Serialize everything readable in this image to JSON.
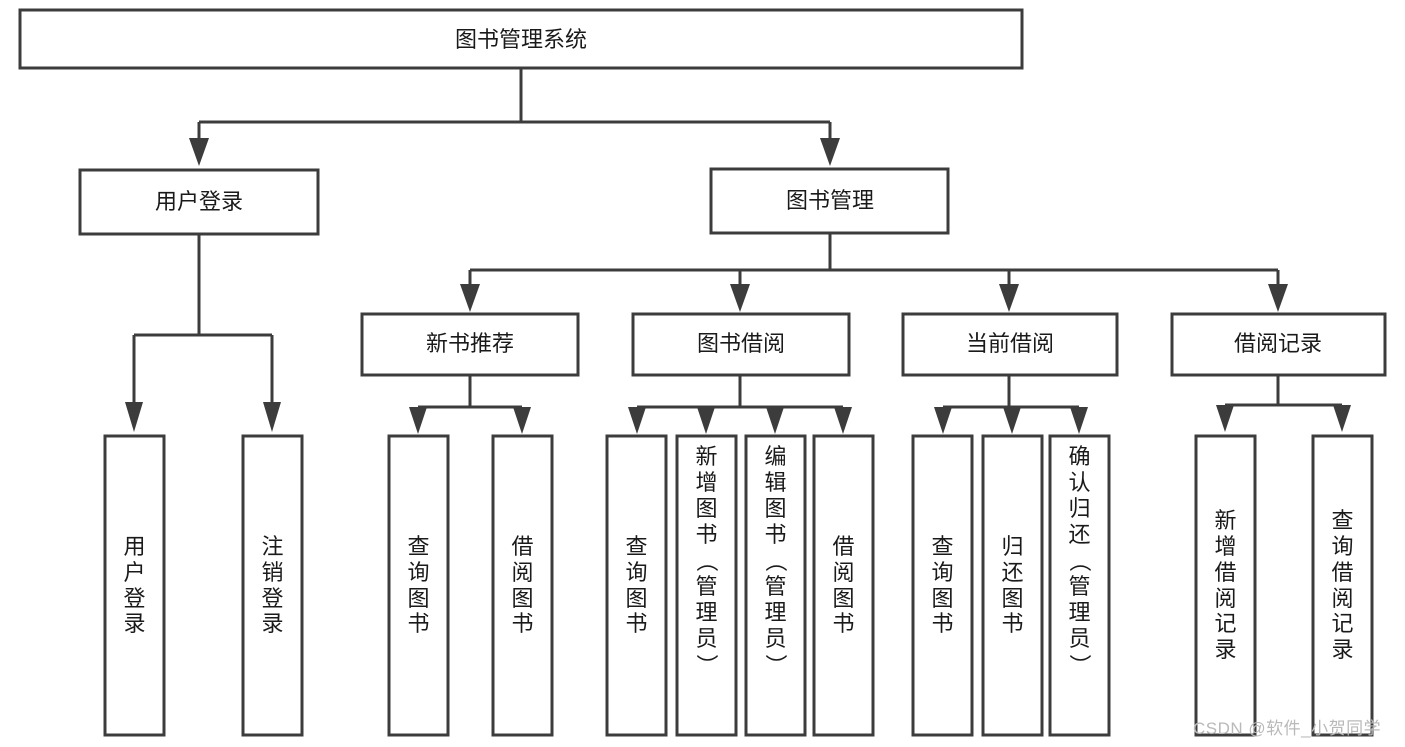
{
  "diagram": {
    "title_node": {
      "label": "图书管理系统"
    },
    "level2": [
      {
        "id": "user-login",
        "label": "用户登录"
      },
      {
        "id": "book-management",
        "label": "图书管理"
      }
    ],
    "level3": [
      {
        "id": "new-book-recommend",
        "label": "新书推荐"
      },
      {
        "id": "book-borrow",
        "label": "图书借阅"
      },
      {
        "id": "current-borrow",
        "label": "当前借阅"
      },
      {
        "id": "borrow-record",
        "label": "借阅记录"
      }
    ],
    "leaves": [
      {
        "id": "leaf-user-login",
        "parent": "user-login",
        "label": "用户登录"
      },
      {
        "id": "leaf-logout-login",
        "parent": "user-login",
        "label": "注销登录"
      },
      {
        "id": "leaf-query-book-1",
        "parent": "new-book-recommend",
        "label": "查询图书"
      },
      {
        "id": "leaf-borrow-book-1",
        "parent": "new-book-recommend",
        "label": "借阅图书"
      },
      {
        "id": "leaf-query-book-2",
        "parent": "book-borrow",
        "label": "查询图书"
      },
      {
        "id": "leaf-add-book",
        "parent": "book-borrow",
        "label": "新增图书（管理员）"
      },
      {
        "id": "leaf-edit-book",
        "parent": "book-borrow",
        "label": "编辑图书（管理员）"
      },
      {
        "id": "leaf-borrow-book-2",
        "parent": "book-borrow",
        "label": "借阅图书"
      },
      {
        "id": "leaf-query-book-3",
        "parent": "current-borrow",
        "label": "查询图书"
      },
      {
        "id": "leaf-return-book",
        "parent": "current-borrow",
        "label": "归还图书"
      },
      {
        "id": "leaf-confirm-return",
        "parent": "current-borrow",
        "label": "确认归还（管理员）"
      },
      {
        "id": "leaf-add-record",
        "parent": "borrow-record",
        "label": "新增借阅记录"
      },
      {
        "id": "leaf-query-record",
        "parent": "borrow-record",
        "label": "查询借阅记录"
      }
    ],
    "watermark": {
      "text": "CSDN @软件_小贺同学"
    },
    "colors": {
      "stroke": "#3c3c3c",
      "box_fill": "#ffffff",
      "text": "#1a1a1a",
      "watermark": "#b9b9b9",
      "background": "#ffffff"
    }
  }
}
